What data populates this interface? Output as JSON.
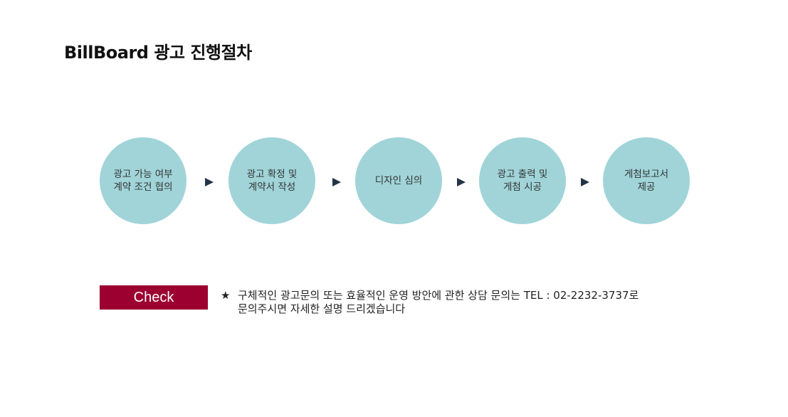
{
  "page": {
    "title": "BillBoard 광고 진행절차"
  },
  "steps": [
    {
      "label": "광고 가능 여부\n계약 조건 협의"
    },
    {
      "label": "광고 확정 및\n계약서 작성"
    },
    {
      "label": "디자인 심의"
    },
    {
      "label": "광고 출력 및\n게첨 시공"
    },
    {
      "label": "게첨보고서\n제공"
    }
  ],
  "check": {
    "label": "Check",
    "star": "★",
    "note": "구체적인 광고문의 또는 효율적인 운영 방안에 관한  상담 문의는  TEL : 02-2232-3737로\n문의주시면 자세한 설명 드리겠습니다"
  },
  "colors": {
    "circle": "#a0d4d8",
    "arrow": "#243447",
    "badge": "#9c0031"
  }
}
